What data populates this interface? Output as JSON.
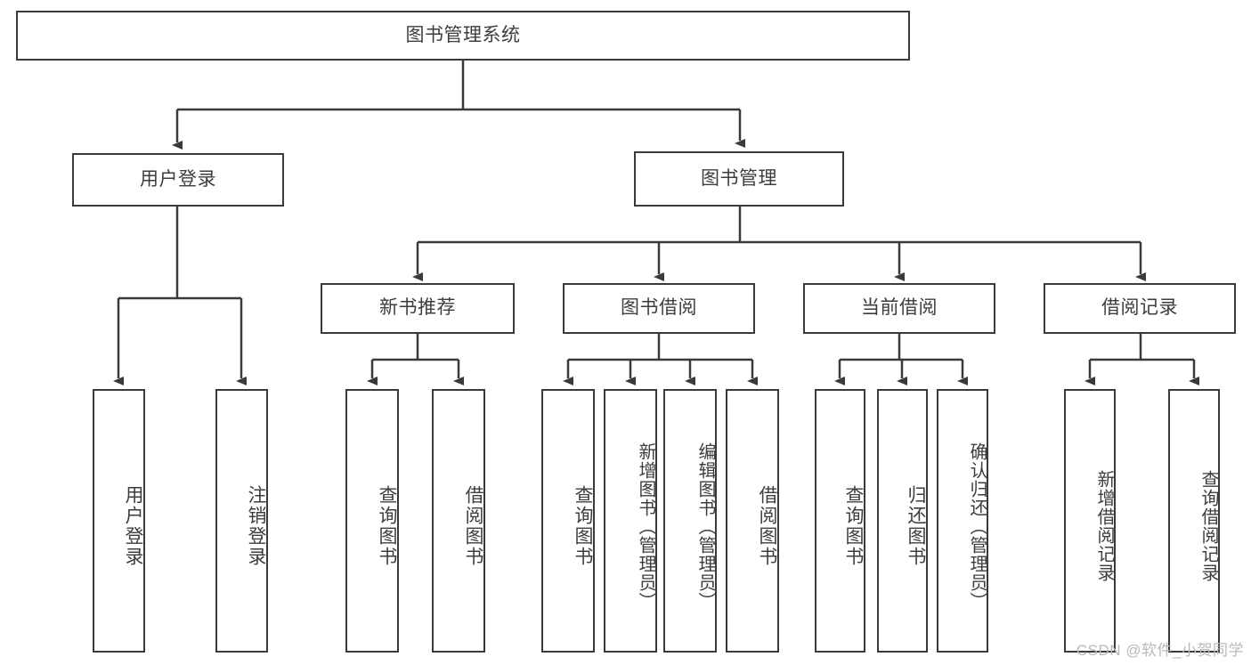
{
  "diagram": {
    "title": "图书管理系统",
    "type": "hierarchy-tree",
    "stroke_color": "#3a3a3a",
    "text_color": "#3d3d3d",
    "background_color": "#ffffff",
    "watermark": "CSDN @软件_小贺同学",
    "levels": {
      "root": {
        "label": "图书管理系统"
      },
      "level2": [
        {
          "label": "用户登录"
        },
        {
          "label": "图书管理"
        }
      ],
      "level3": [
        {
          "label": "新书推荐"
        },
        {
          "label": "图书借阅"
        },
        {
          "label": "当前借阅"
        },
        {
          "label": "借阅记录"
        }
      ],
      "leaves": {
        "user_login": [
          {
            "label": "用户登录"
          },
          {
            "label": "注销登录"
          }
        ],
        "new_book_recommend": [
          {
            "label": "查询图书"
          },
          {
            "label": "借阅图书"
          }
        ],
        "book_borrow": [
          {
            "label": "查询图书"
          },
          {
            "label": "新增图书（管理员）"
          },
          {
            "label": "编辑图书（管理员）"
          },
          {
            "label": "借阅图书"
          }
        ],
        "current_borrow": [
          {
            "label": "查询图书"
          },
          {
            "label": "归还图书"
          },
          {
            "label": "确认归还（管理员）"
          }
        ],
        "borrow_records": [
          {
            "label": "新增借阅记录"
          },
          {
            "label": "查询借阅记录"
          }
        ]
      }
    }
  }
}
